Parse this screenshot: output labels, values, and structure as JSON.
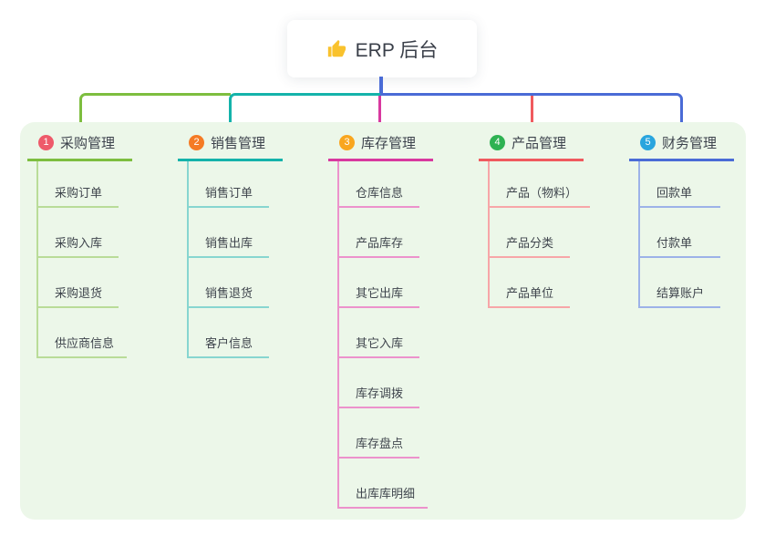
{
  "root": {
    "title": "ERP 后台",
    "icon": "thumbs-up-icon",
    "icon_color": "#f9c22d"
  },
  "branches": [
    {
      "index": "1",
      "label": "采购管理",
      "badge_color": "#ee5a6a",
      "line_color": "#7dbe3f",
      "light_color": "#b9dc98",
      "items": [
        "采购订单",
        "采购入库",
        "采购退货",
        "供应商信息"
      ]
    },
    {
      "index": "2",
      "label": "销售管理",
      "badge_color": "#f57b25",
      "line_color": "#14b3aa",
      "light_color": "#87d6d0",
      "items": [
        "销售订单",
        "销售出库",
        "销售退货",
        "客户信息"
      ]
    },
    {
      "index": "3",
      "label": "库存管理",
      "badge_color": "#f9a61f",
      "line_color": "#d8399f",
      "light_color": "#ec92cc",
      "items": [
        "仓库信息",
        "产品库存",
        "其它出库",
        "其它入库",
        "库存调拨",
        "库存盘点",
        "出库库明细"
      ]
    },
    {
      "index": "4",
      "label": "产品管理",
      "badge_color": "#2eb252",
      "line_color": "#f05a5e",
      "light_color": "#f7a6a8",
      "items": [
        "产品（物料）",
        "产品分类",
        "产品单位"
      ]
    },
    {
      "index": "5",
      "label": "财务管理",
      "badge_color": "#29a5de",
      "line_color": "#4a6bd6",
      "light_color": "#9db2e8",
      "items": [
        "回款单",
        "付款单",
        "结算账户"
      ]
    }
  ],
  "colors": {
    "canvas_bg": "#ffffff",
    "container_bg": "#ecf7e9",
    "stem": "#4a6bd6",
    "text": "#3d434d"
  }
}
